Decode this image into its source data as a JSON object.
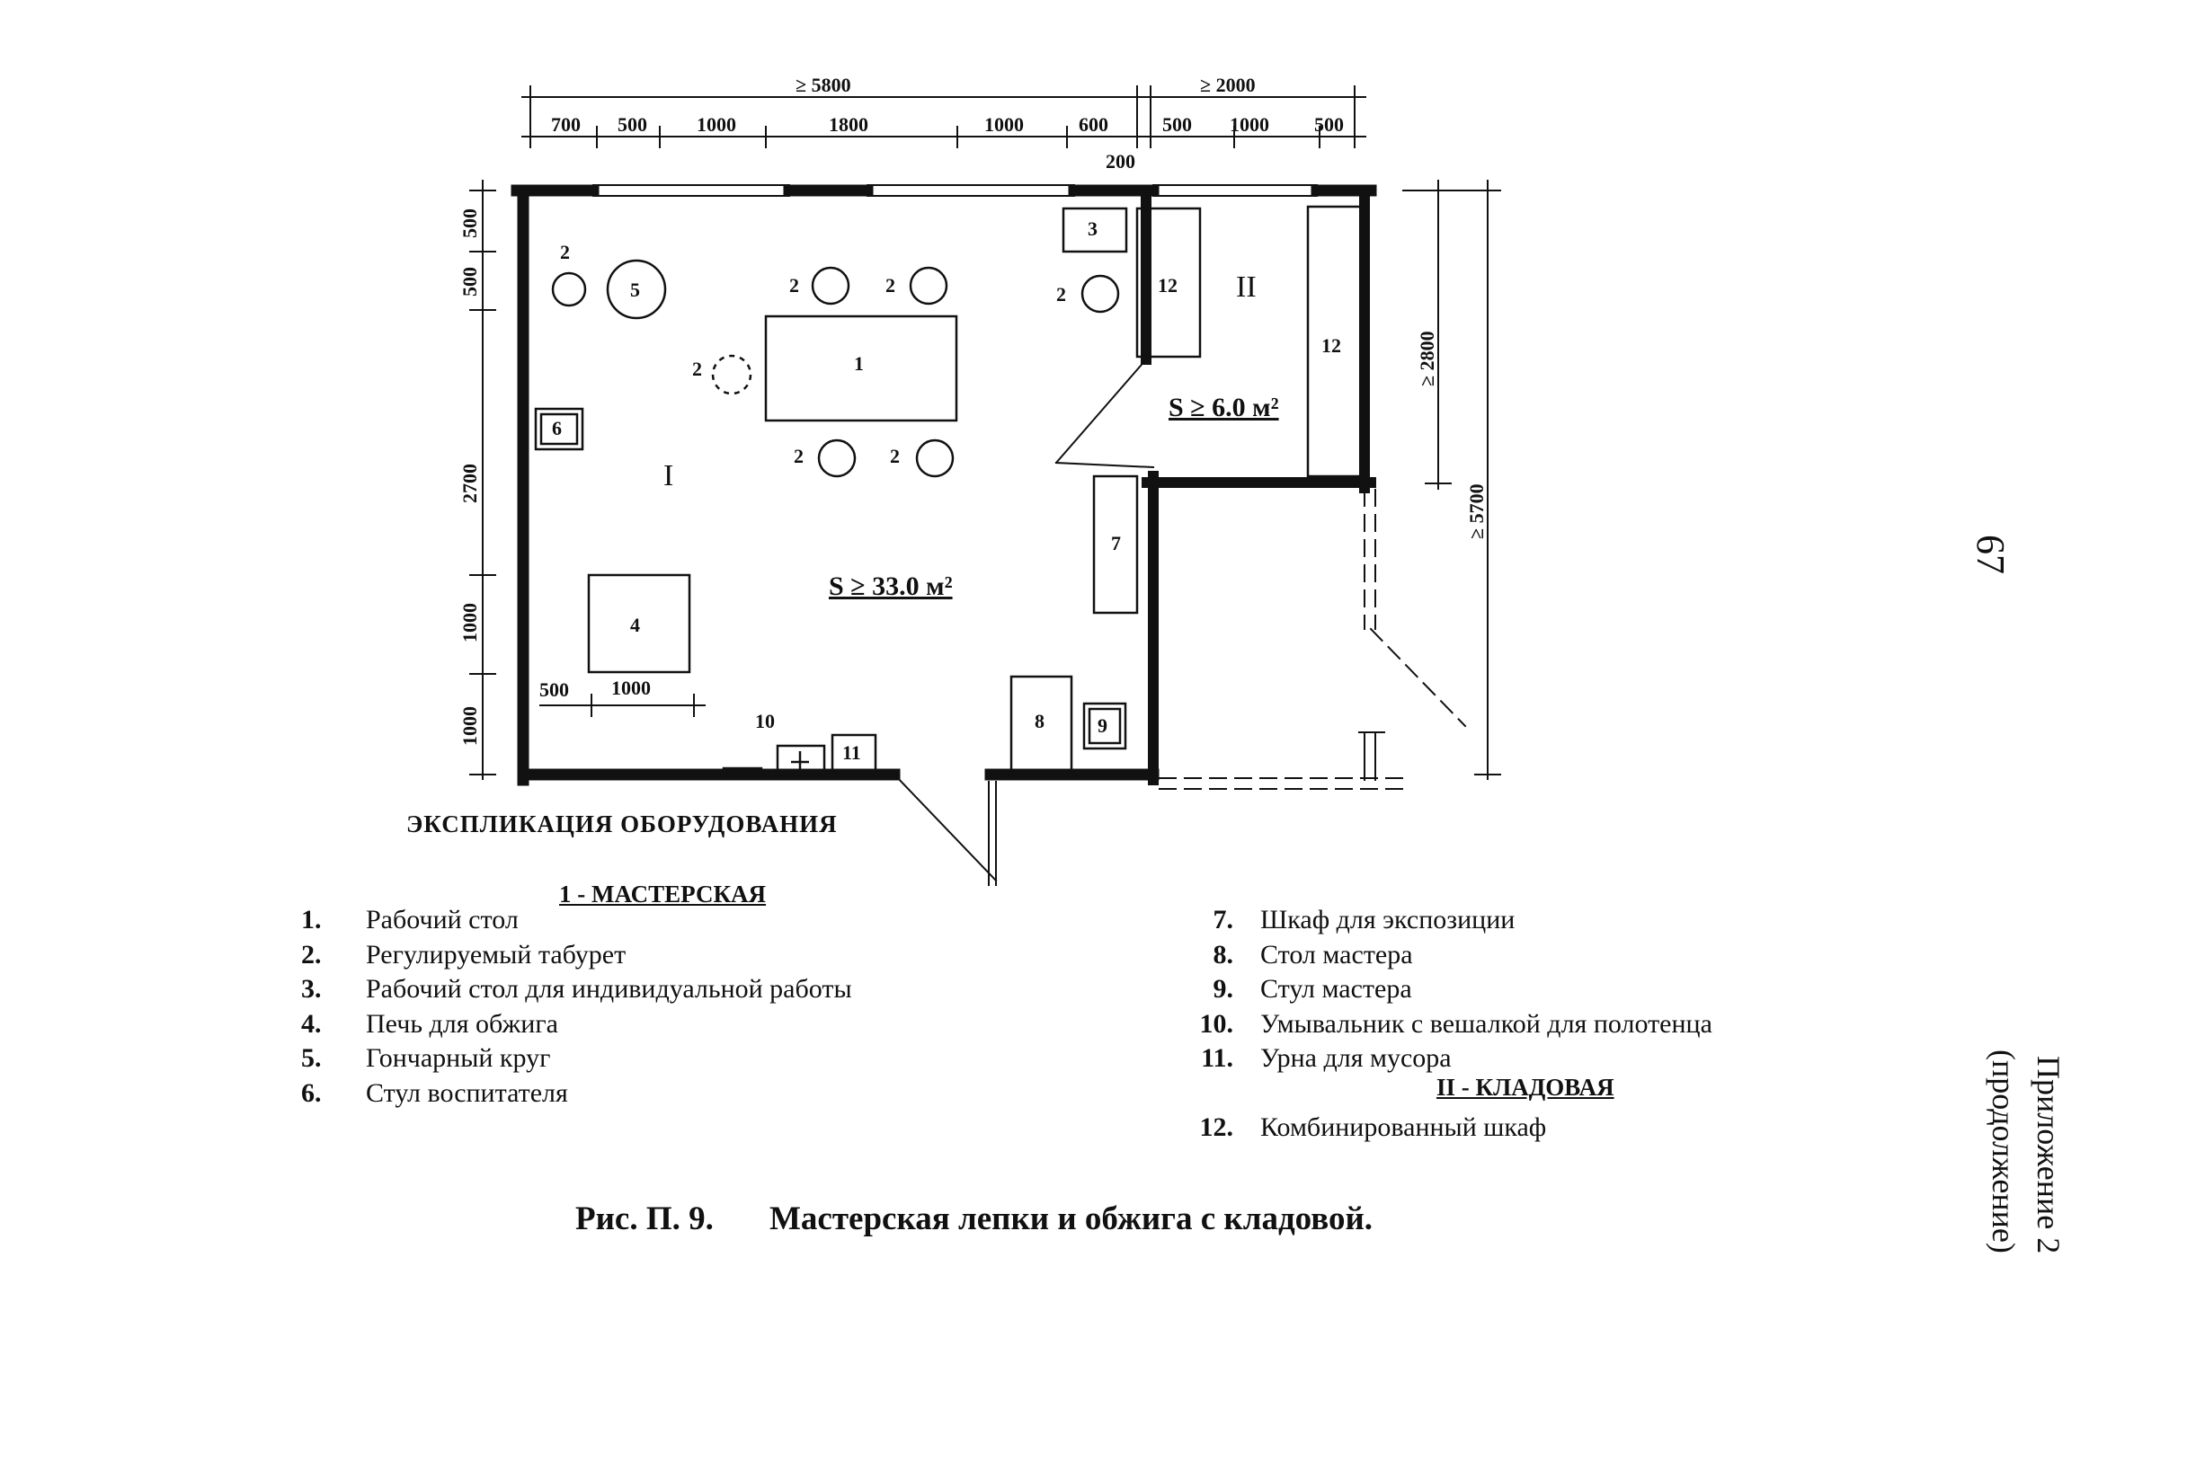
{
  "plan": {
    "dims_top_overall": [
      "≥ 5800",
      "≥ 2000"
    ],
    "dims_top": [
      "700",
      "500",
      "1000",
      "1800",
      "1000",
      "600",
      "500",
      "1000",
      "500"
    ],
    "dim_200": "200",
    "dims_left": [
      "500",
      "500",
      "2700",
      "1000",
      "1000"
    ],
    "dims_right": [
      "≥ 2800",
      "≥ 5700"
    ],
    "dims_inner": [
      "500",
      "1000"
    ],
    "rooms": {
      "workshop": "I",
      "storage": "II"
    },
    "areas": {
      "workshop": "S ≥ 33.0 м²",
      "storage": "S ≥ 6.0 м²"
    },
    "equipment_labels": [
      "1",
      "2",
      "3",
      "4",
      "5",
      "6",
      "7",
      "8",
      "9",
      "10",
      "11",
      "12"
    ]
  },
  "explication": {
    "title": "ЭКСПЛИКАЦИЯ ОБОРУДОВАНИЯ",
    "section1_title": "1 - МАСТЕРСКАЯ",
    "section2_title": "II - КЛАДОВАЯ",
    "left_items": [
      {
        "num": "1.",
        "label": "Рабочий стол"
      },
      {
        "num": "2.",
        "label": "Регулируемый табурет"
      },
      {
        "num": "3.",
        "label": "Рабочий стол для индивидуальной работы"
      },
      {
        "num": "4.",
        "label": "Печь для обжига"
      },
      {
        "num": "5.",
        "label": "Гончарный круг"
      },
      {
        "num": "6.",
        "label": "Стул воспитателя"
      }
    ],
    "right_items": [
      {
        "num": "7.",
        "label": "Шкаф для экспозиции"
      },
      {
        "num": "8.",
        "label": "Стол мастера"
      },
      {
        "num": "9.",
        "label": "Стул мастера"
      },
      {
        "num": "10.",
        "label": "Умывальник с вешалкой для полотенца"
      },
      {
        "num": "11.",
        "label": "Урна для мусора"
      }
    ],
    "storage_items": [
      {
        "num": "12.",
        "label": "Комбинированный шкаф"
      }
    ]
  },
  "caption": {
    "label": "Рис. П. 9.",
    "title": "Мастерская лепки и обжига с кладовой."
  },
  "side": {
    "page_number": "67",
    "appendix": "Приложение 2",
    "continued": "(продолжение)"
  }
}
